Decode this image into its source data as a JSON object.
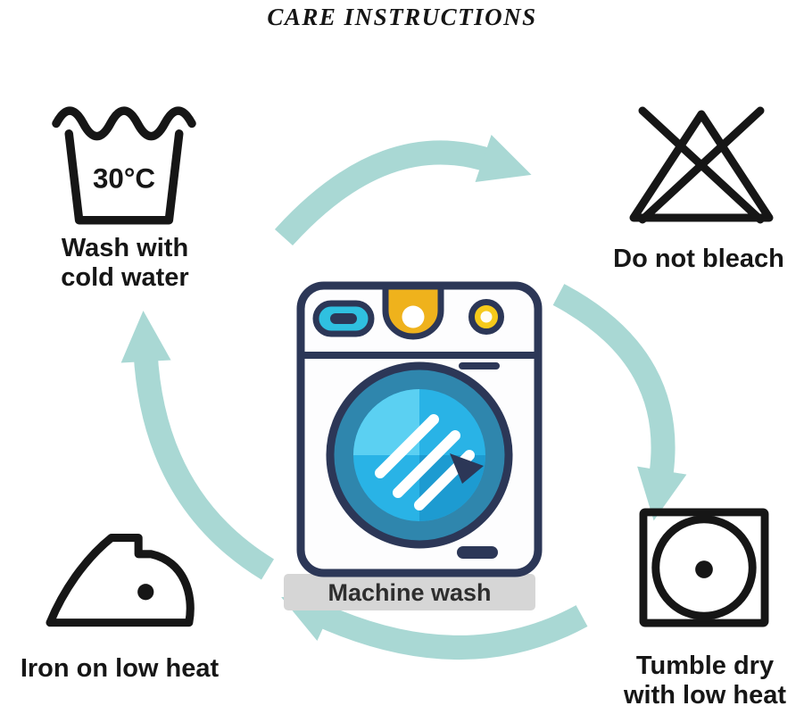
{
  "title": "CARE INSTRUCTIONS",
  "colors": {
    "arrow": "#a9d8d4",
    "outline": "#2c3757",
    "teal": "#2fc0e0",
    "blue": "#29b3e6",
    "blue_light": "#5bd0f2",
    "blue_dark": "#1d9bd1",
    "blue_deep": "#2f86ad",
    "gold": "#efb21c",
    "yellow": "#f6ca1a",
    "bar_bg": "#d6d6d6",
    "ink": "#161616"
  },
  "instructions": {
    "wash": {
      "icon": "wash-tub-icon",
      "temperature": "30°C",
      "label_line1": "Wash with",
      "label_line2": "cold water"
    },
    "bleach": {
      "icon": "do-not-bleach-icon",
      "label": "Do not bleach"
    },
    "iron": {
      "icon": "iron-icon",
      "label": "Iron on low heat"
    },
    "tumble": {
      "icon": "tumble-dry-icon",
      "label_line1": "Tumble dry",
      "label_line2": "with low heat"
    },
    "machine": {
      "icon": "washing-machine-icon",
      "label": "Machine wash"
    }
  }
}
